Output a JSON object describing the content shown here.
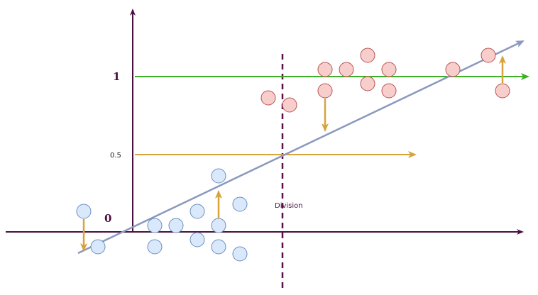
{
  "labels": {
    "one": "1",
    "half": "0.5",
    "zero": "0",
    "division": "Division"
  },
  "colors": {
    "axis": "#4a0f3f",
    "green_line": "#3fae2a",
    "orange_line": "#d6a43a",
    "regression_line": "#8a98bf",
    "division_line": "#5a0f4a",
    "class0_fill": "#dae8fc",
    "class0_stroke": "#6c8ebf",
    "class1_fill": "#f8cecc",
    "class1_stroke": "#b85450"
  }
}
